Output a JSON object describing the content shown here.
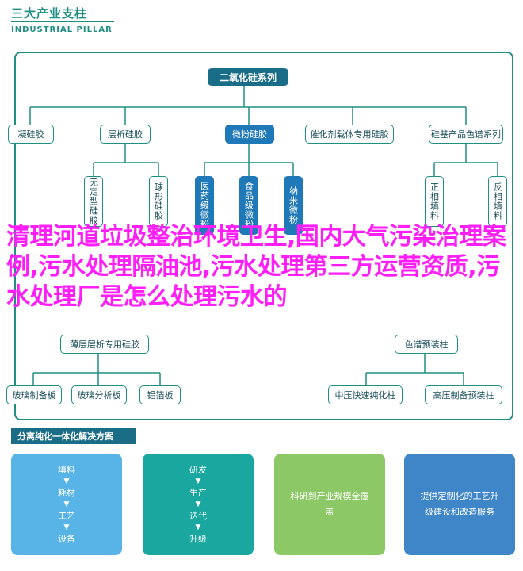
{
  "logo": {
    "cn": "三大产业支柱",
    "en": "INDUSTRIAL PILLAR"
  },
  "colors": {
    "teal": "#1f8f84",
    "dark": "#1a6d86",
    "blue": "#1f78b7",
    "overlay": "#ff1ef8"
  },
  "diagram": {
    "root": "二氧化硅系列",
    "level1": [
      "凝硅胶",
      "层析硅胶",
      "微粉硅胶",
      "催化剂载体专用硅胶",
      "硅基产品色谱系列"
    ],
    "level2": [
      "无定型硅胶",
      "球形硅胶",
      "医药级微粉",
      "食品级微粉",
      "纳米微粉",
      "正相填料",
      "反相填料"
    ],
    "level3_left": "薄层层析专用硅胶",
    "level3_right": "色谱预装柱",
    "level4": [
      "玻璃制备板",
      "玻璃分析板",
      "铝箔板",
      "中压快速纯化柱",
      "高压制备预装柱"
    ]
  },
  "overlay_text": "清理河道垃圾整治环境卫生,国内大气污染治理案例,污水处理隔油池,污水处理第三方运营资质,污水处理厂是怎么处理污水的",
  "solution": {
    "title": "分离纯化一体化解决方案",
    "cards": [
      {
        "items": [
          "填料",
          "耗材",
          "工艺",
          "设备"
        ],
        "color": "#58b3e6"
      },
      {
        "items": [
          "研发",
          "生产",
          "迭代",
          "升级"
        ],
        "color": "#1aa7a0"
      },
      {
        "text": "科研到产业规模全覆盖",
        "color": "#8dc867"
      },
      {
        "text": "提供定制化的工艺升级建设和改造服务",
        "color": "#3f86c9"
      }
    ]
  }
}
